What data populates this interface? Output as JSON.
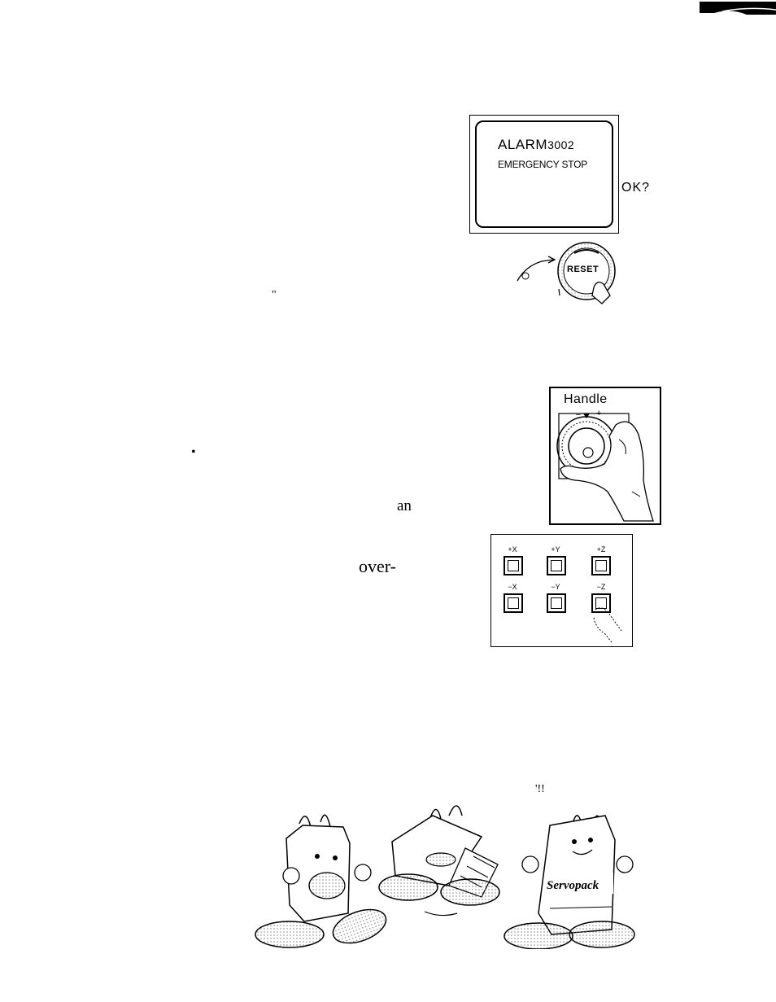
{
  "display": {
    "alarm_label": "ALARM",
    "alarm_number": "3002",
    "message": "EMERGENCY STOP",
    "prompt": "OK?"
  },
  "reset_button": {
    "label": "RESET"
  },
  "stray_marks": {
    "quote_mark": "\"",
    "bullet": "•",
    "fragment_an": "an",
    "fragment_over": "over-",
    "exclaim": "'!!"
  },
  "handle": {
    "label": "Handle",
    "minus_sign": "–",
    "plus_sign": "+"
  },
  "jog_keys": {
    "top_row": [
      "+X",
      "+Y",
      "+Z"
    ],
    "bottom_row": [
      "−X",
      "−Y",
      "−Z"
    ]
  },
  "mascot": {
    "badge_text": "Servopack"
  }
}
